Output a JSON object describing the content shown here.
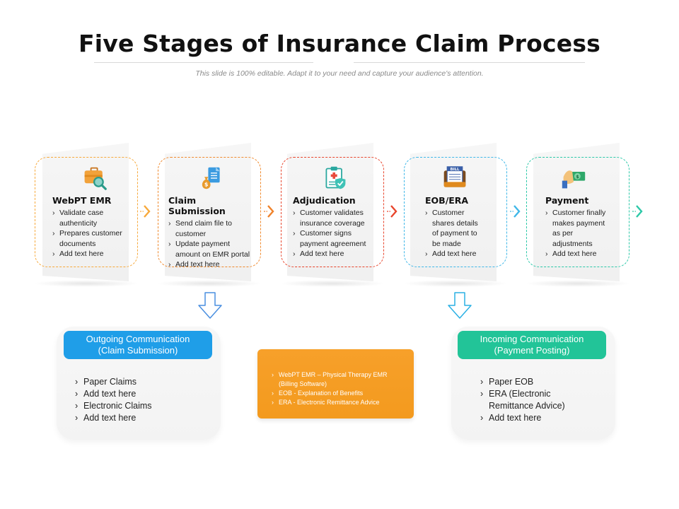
{
  "title": "Five Stages of Insurance Claim Process",
  "subtitle": "This slide is 100% editable. Adapt it to your need and capture your audience's attention.",
  "colors": {
    "orange": "#f7a93b",
    "dark_orange": "#f0752a",
    "red": "#e8452c",
    "light_blue": "#3fb7e8",
    "teal": "#2cc8a8",
    "head_blue": "#1f9ee8",
    "head_teal": "#22c498",
    "arrow_blue": "#4a8fe0",
    "box_orange": "#f5a023"
  },
  "stages": [
    {
      "icon": "briefcase-search-icon",
      "title": "WebPT EMR",
      "items": [
        "Validate case authenticity",
        "Prepares customer documents",
        "Add text here"
      ]
    },
    {
      "icon": "money-bag-document-icon",
      "title": "Claim Submission",
      "items": [
        "Send claim file to customer",
        "Update payment amount on EMR portal",
        "Add text here"
      ]
    },
    {
      "icon": "medical-clipboard-icon",
      "title": "Adjudication",
      "items": [
        "Customer validates insurance coverage",
        "Customer signs payment agreement",
        "Add text here"
      ]
    },
    {
      "icon": "bill-icon",
      "title": "EOB/ERA",
      "items": [
        "Customer shares details of payment to be made",
        "Add text here"
      ]
    },
    {
      "icon": "cash-hand-icon",
      "title": "Payment",
      "items": [
        "Customer finally makes payment as per adjustments",
        "Add text here"
      ]
    }
  ],
  "outgoing": {
    "heading_line1": "Outgoing Communication",
    "heading_line2": "(Claim Submission)",
    "items": [
      "Paper Claims",
      "Add text here",
      "Electronic Claims",
      "Add text here"
    ]
  },
  "center_box": {
    "items": [
      "WebPT EMR – Physical Therapy EMR (Billing Software)",
      "EOB - Explanation of Benefits",
      "ERA - Electronic Remittance Advice"
    ]
  },
  "incoming": {
    "heading_line1": "Incoming Communication",
    "heading_line2": "(Payment Posting)",
    "items": [
      "Paper EOB",
      "ERA (Electronic Remittance Advice)",
      "Add text here"
    ]
  }
}
